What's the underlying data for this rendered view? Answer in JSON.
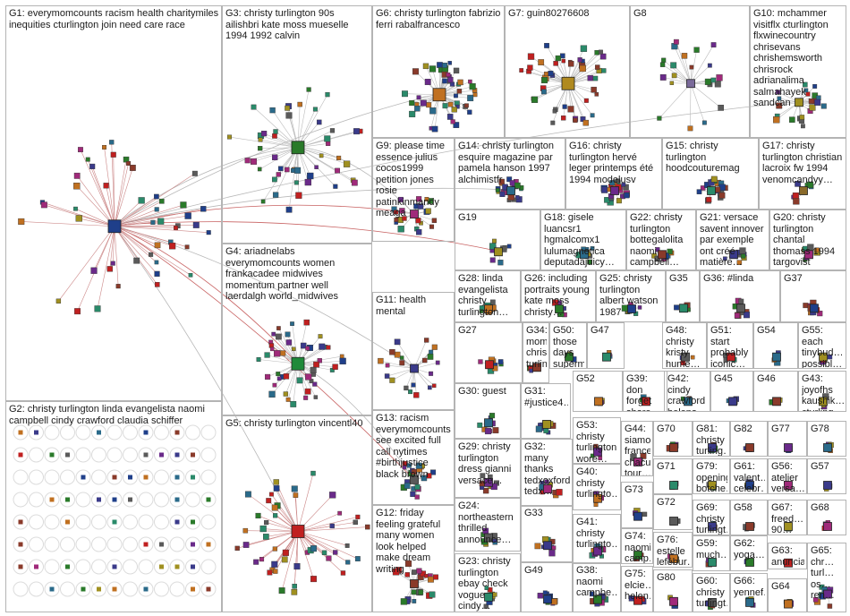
{
  "title": "",
  "colors": {
    "edge_gray": "#9a9a9a",
    "edge_red": "#b02020",
    "panel_border": "#b4b4b4",
    "label_text": "#1a1a1a"
  },
  "groups": [
    {
      "id": "G1",
      "label": "G1: everymomcounts racism health charitymiles inequities cturlington join need care race"
    },
    {
      "id": "G2",
      "label": "G2: christy turlington linda evangelista naomi campbell cindy crawford claudia schiffer"
    },
    {
      "id": "G3",
      "label": "G3: christy turlington 90s ailishbri kate moss mueselle 1994 1992 calvin"
    },
    {
      "id": "G4",
      "label": "G4: ariadnelabs everymomcounts women frankacadee midwives momentum partner well laerdalgh world_midwives"
    },
    {
      "id": "G5",
      "label": "G5: christy turlington vincentl40"
    },
    {
      "id": "G6",
      "label": "G6: christy turlington fabrizio ferri rabalfrancesco"
    },
    {
      "id": "G7",
      "label": "G7: guin80276608"
    },
    {
      "id": "G8",
      "label": "G8"
    },
    {
      "id": "G9",
      "label": "G9: please time essence julius cocos1999 petition jones rosie patinkinmandy meaga"
    },
    {
      "id": "G10",
      "label": "G10: mchammer visitflx cturlington flxwinecountry chrisevans chrishemsworth chrisrock adrianalima salmahayek sandcan"
    },
    {
      "id": "G11",
      "label": "G11: health mental"
    },
    {
      "id": "G12",
      "label": "G12: friday feeling grateful many women look helped make dream writing"
    },
    {
      "id": "G13",
      "label": "G13: racism everymomcounts see excited full call nytimes #birthjustice black brown"
    },
    {
      "id": "G14",
      "label": "G14: christy turlington esquire magazine par pamela hanson 1997 alchimistfr"
    },
    {
      "id": "G15",
      "label": "G15: christy turlington hoodcouturemag"
    },
    {
      "id": "G16",
      "label": "G16: christy turlington hervé leger printemps été 1994 modelusv"
    },
    {
      "id": "G17",
      "label": "G17: christy turlington christian lacroix fw 1994 venomcandyy…"
    },
    {
      "id": "G18",
      "label": "G18: gisele luancsr1 hgmalcomx1 lulumagnetica deputadajuicy…"
    },
    {
      "id": "G19",
      "label": "G19"
    },
    {
      "id": "G20",
      "label": "G20: christy turlington chantal thomass 1994 targovist"
    },
    {
      "id": "G21",
      "label": "G21: versace savent innover par exemple ont créé matière…"
    },
    {
      "id": "G22",
      "label": "G22: christy turlington bottegalolita naomi campbell…"
    },
    {
      "id": "G23",
      "label": "G23: christy turlington ebay check vogue cindy…"
    },
    {
      "id": "G24",
      "label": "G24: northeastern thrilled announce…"
    },
    {
      "id": "G25",
      "label": "G25: christy turlington albert watson 1987"
    },
    {
      "id": "G26",
      "label": "G26: including portraits young kate moss christy…"
    },
    {
      "id": "G27",
      "label": "G27"
    },
    {
      "id": "G28",
      "label": "G28: linda evangelista christy turlington…"
    },
    {
      "id": "G29",
      "label": "G29: christy turlington dress gianni versace…"
    },
    {
      "id": "G30",
      "label": "G30: guest"
    },
    {
      "id": "G31",
      "label": "G31: #justice4…"
    },
    {
      "id": "G32",
      "label": "G32: many thanks tedxoxford tedx…"
    },
    {
      "id": "G33",
      "label": "G33"
    },
    {
      "id": "G34",
      "label": "G34: momich18 christy turlington"
    },
    {
      "id": "G35",
      "label": "G35"
    },
    {
      "id": "G36",
      "label": "G36: #linda"
    },
    {
      "id": "G37",
      "label": "G37"
    },
    {
      "id": "G38",
      "label": "G38: naomi campbe…"
    },
    {
      "id": "G39",
      "label": "G39: don forget share #momu…"
    },
    {
      "id": "G40",
      "label": "G40: christy turlingto…"
    },
    {
      "id": "G41",
      "label": "G41: christy turlingto…"
    },
    {
      "id": "G42",
      "label": "G42: cindy crawford helena…"
    },
    {
      "id": "G43",
      "label": "G43: joyofhs kaushik… cturling…"
    },
    {
      "id": "G44",
      "label": "G44: siamo france chacun tour…"
    },
    {
      "id": "G45",
      "label": "G45"
    },
    {
      "id": "G46",
      "label": "G46"
    },
    {
      "id": "G47",
      "label": "G47"
    },
    {
      "id": "G48",
      "label": "G48: christy kristy hume…"
    },
    {
      "id": "G49",
      "label": "G49"
    },
    {
      "id": "G50",
      "label": "G50: those days superm…"
    },
    {
      "id": "G51",
      "label": "G51: start probably iconic…"
    },
    {
      "id": "G52",
      "label": "G52"
    },
    {
      "id": "G53",
      "label": "G53: christy turlington wore…"
    },
    {
      "id": "G54",
      "label": "G54"
    },
    {
      "id": "G55",
      "label": "G55: each tinybud… possibl…"
    },
    {
      "id": "G56",
      "label": "G56: atelier versa…"
    },
    {
      "id": "G57",
      "label": "G57"
    },
    {
      "id": "G58",
      "label": "G58"
    },
    {
      "id": "G59",
      "label": "G59: much…"
    },
    {
      "id": "G60",
      "label": "G60: christy turlingt…"
    },
    {
      "id": "G61",
      "label": "G61: valent… celebr…"
    },
    {
      "id": "G62",
      "label": "G62: yoga…"
    },
    {
      "id": "G63",
      "label": "G63: anuncia…"
    },
    {
      "id": "G64",
      "label": "G64"
    },
    {
      "id": "G65",
      "label": "G65: chr… turl… os… ren…"
    },
    {
      "id": "G66",
      "label": "G66: yennef…"
    },
    {
      "id": "G67",
      "label": "G67: freed… 90…"
    },
    {
      "id": "G68",
      "label": "G68"
    },
    {
      "id": "G69",
      "label": "G69: christy turlingt…"
    },
    {
      "id": "G70",
      "label": "G70"
    },
    {
      "id": "G71",
      "label": "G71"
    },
    {
      "id": "G72",
      "label": "G72"
    },
    {
      "id": "G73",
      "label": "G73"
    },
    {
      "id": "G74",
      "label": "G74: naomi camp…"
    },
    {
      "id": "G75",
      "label": "G75: elcie… helen…"
    },
    {
      "id": "G76",
      "label": "G76: estelle lefébur…"
    },
    {
      "id": "G77",
      "label": "G77"
    },
    {
      "id": "G78",
      "label": "G78"
    },
    {
      "id": "G79",
      "label": "G79: opening botche…"
    },
    {
      "id": "G80",
      "label": "G80"
    },
    {
      "id": "G81",
      "label": "G81: christy turling…"
    },
    {
      "id": "G82",
      "label": "G82"
    }
  ]
}
